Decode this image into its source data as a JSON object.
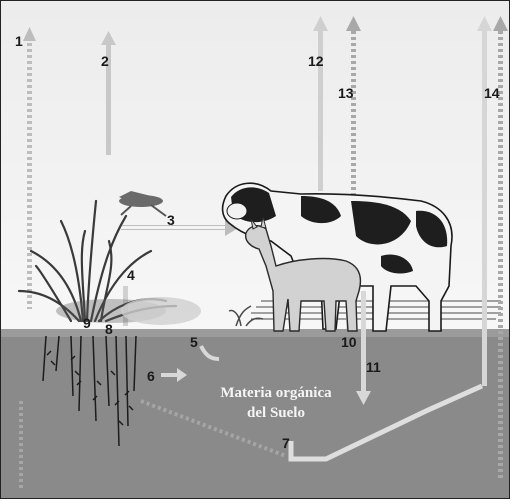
{
  "diagram": {
    "center_label": {
      "line1": "Materia orgánica",
      "line2": "del Suelo"
    },
    "numbers": [
      "1",
      "2",
      "3",
      "4",
      "5",
      "6",
      "7",
      "8",
      "9",
      "10",
      "11",
      "12",
      "13",
      "14"
    ],
    "colors": {
      "sky": "#f2f2f2",
      "soil": "#8c8c8c",
      "arrow_light": "#d9d9d9",
      "arrow_dark": "#9a9a9a"
    }
  }
}
